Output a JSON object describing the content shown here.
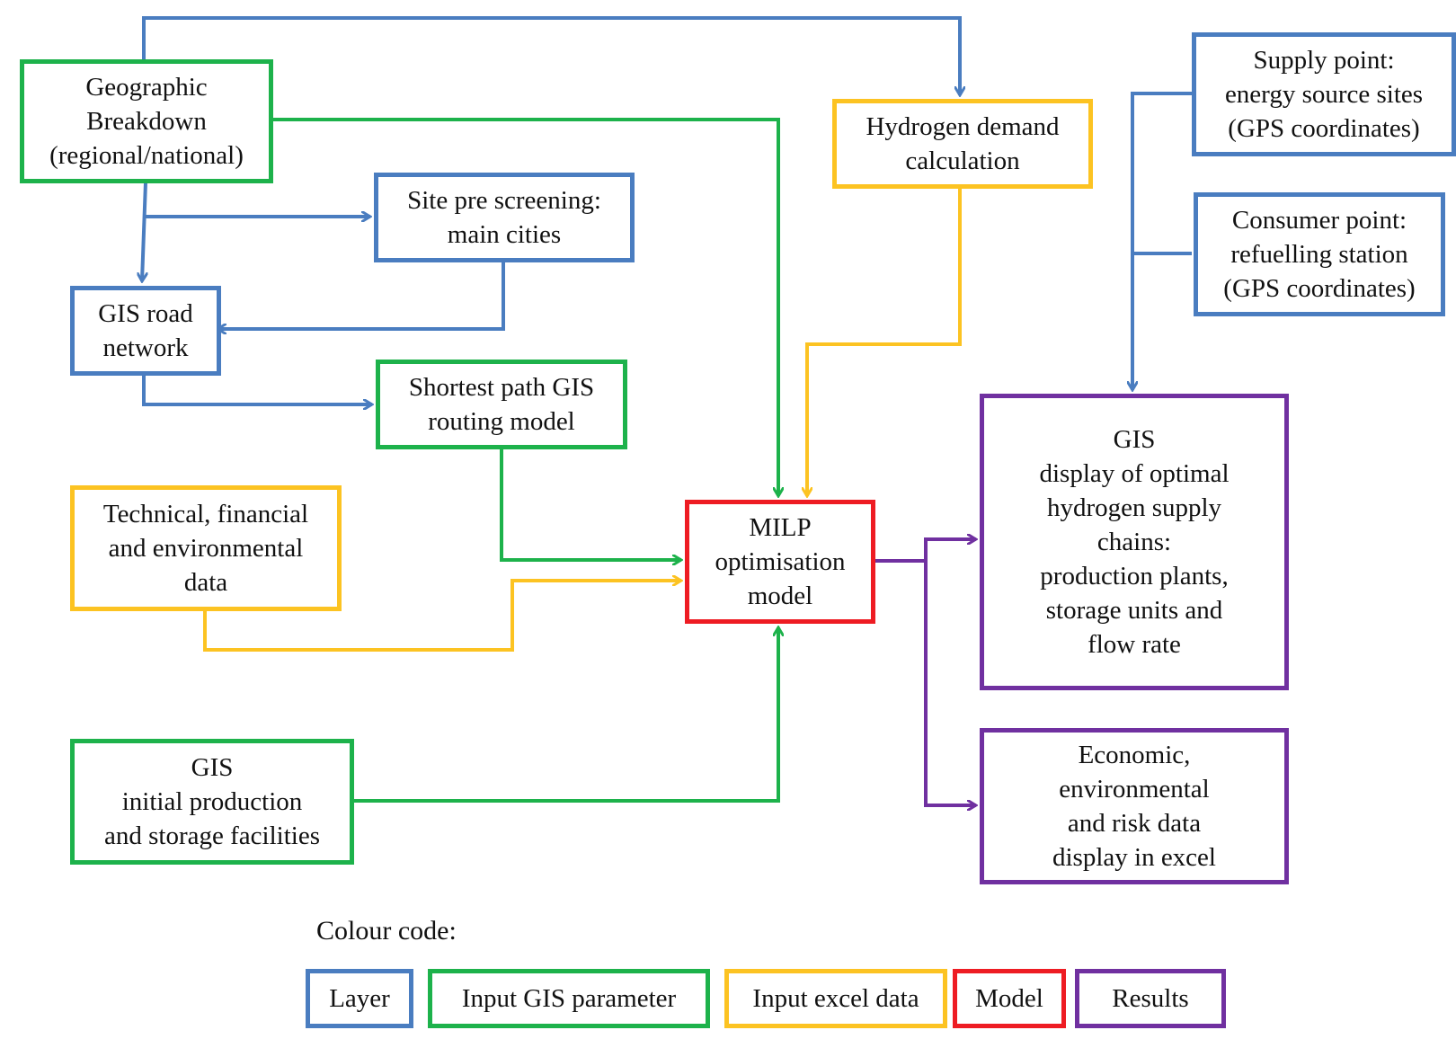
{
  "colors": {
    "layer": "#4a7dc0",
    "gis_parameter": "#1db24b",
    "excel_data": "#fcc322",
    "model": "#ee1c23",
    "results": "#7030a0"
  },
  "nodes": {
    "geographic_breakdown": "Geographic\nBreakdown\n(regional/national)",
    "site_pre_screening": "Site pre screening:\nmain cities",
    "gis_road_network": "GIS road\nnetwork",
    "shortest_path": "Shortest path GIS\nrouting model",
    "technical_data": "Technical, financial\nand environmental\ndata",
    "gis_initial_facilities": "GIS\ninitial production\nand storage facilities",
    "hydrogen_demand": "Hydrogen demand\ncalculation",
    "milp_model": "MILP\noptimisation\nmodel",
    "supply_point": "Supply point:\nenergy source sites\n(GPS coordinates)",
    "consumer_point": "Consumer point:\nrefuelling station\n(GPS coordinates)",
    "gis_display": "GIS\ndisplay of optimal\nhydrogen supply\nchains:\nproduction plants,\nstorage units and\nflow rate",
    "economic_display": "Economic,\nenvironmental\nand risk data\ndisplay in excel"
  },
  "legend": {
    "title": "Colour code:",
    "items": [
      "Layer",
      "Input GIS parameter",
      "Input excel data",
      "Model",
      "Results"
    ]
  }
}
